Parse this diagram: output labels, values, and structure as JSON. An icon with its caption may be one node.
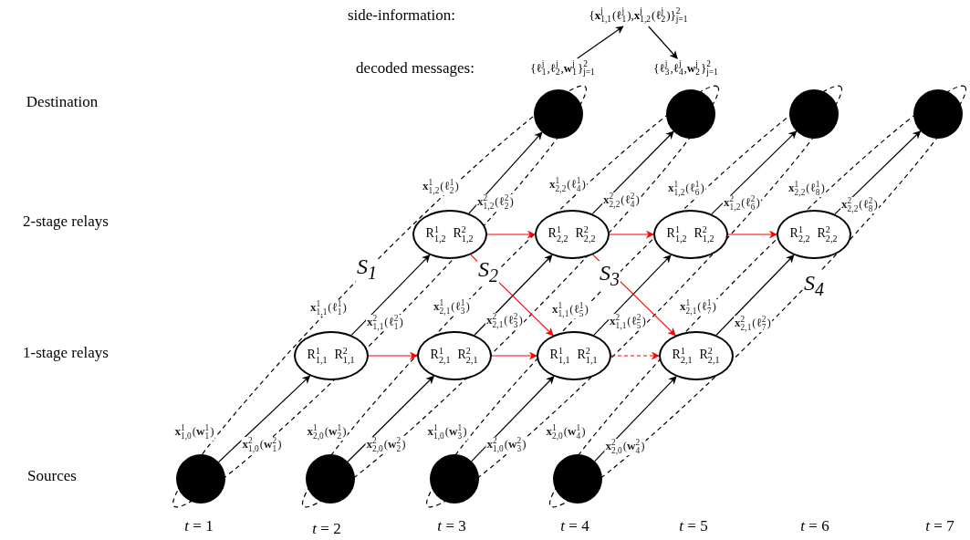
{
  "diagram": {
    "nodes": [
      {
        "text": [
          "{**x**$^{j}$$_{1,1}$(ℓ$^{j}$$_{1}$),**x**$^{j}$$_{1,2}$(ℓ$^{j}$$_{2}$)}$^{2}$$_{j=1}$"
        ]
      },
      {
        "text": [
          "{ℓ$^{j}$$_{1}$,ℓ$^{j}$$_{2}$,**w**$^{j}$$_{1}$}$^{2}$$_{j=1}$"
        ]
      },
      {
        "text": [
          "{ℓ$^{j}$$_{3}$,ℓ$^{j}$$_{4}$,**w**$^{j}$$_{2}$}$^{2}$$_{j=1}$"
        ]
      },
      {
        "text": [],
        "shape": "circle"
      },
      {
        "text": [],
        "shape": "circle"
      },
      {
        "text": [],
        "shape": "circle"
      },
      {
        "text": [],
        "shape": "circle"
      },
      {
        "text": [
          "R$^{1}$$_{1,2}$",
          "R$^{2}$$_{1,2}$"
        ]
      },
      {
        "text": [
          "R$^{1}$$_{2,2}$",
          "R$^{2}$$_{2,2}$"
        ]
      },
      {
        "text": [
          "R$^{1}$$_{1,2}$",
          "R$^{2}$$_{1,2}$"
        ]
      },
      {
        "text": [
          "R$^{1}$$_{2,2}$",
          "R$^{2}$$_{2,2}$"
        ]
      },
      {
        "text": [
          "R$^{1}$$_{1,1}$",
          "R$^{2}$$_{1,1}$"
        ]
      },
      {
        "text": [
          "R$^{1}$$_{2,1}$",
          "R$^{2}$$_{2,1}$"
        ]
      },
      {
        "text": [
          "R$^{1}$$_{1,1}$",
          "R$^{2}$$_{1,1}$"
        ]
      },
      {
        "text": [
          "R$^{1}$$_{2,1}$",
          "R$^{2}$$_{2,1}$"
        ]
      },
      {
        "text": [],
        "shape": "circle"
      },
      {
        "text": [],
        "shape": "circle"
      },
      {
        "text": [],
        "shape": "circle"
      },
      {
        "text": [],
        "shape": "circle"
      }
    ],
    "edges": [
      {
        "from": 1,
        "to": 0,
        "arrow": "to"
      },
      {
        "from": 0,
        "to": 2,
        "arrow": "to"
      },
      {
        "from": 15,
        "to": 11,
        "arrow": "to"
      },
      {
        "from": 11,
        "to": 7,
        "arrow": "to"
      },
      {
        "from": 7,
        "to": 3,
        "arrow": "to"
      },
      {
        "from": 16,
        "to": 12,
        "arrow": "to"
      },
      {
        "from": 12,
        "to": 8,
        "arrow": "to"
      },
      {
        "from": 8,
        "to": 4,
        "arrow": "to"
      },
      {
        "from": 17,
        "to": 13,
        "arrow": "to"
      },
      {
        "from": 13,
        "to": 9,
        "arrow": "to"
      },
      {
        "from": 9,
        "to": 5,
        "arrow": "to"
      },
      {
        "from": 18,
        "to": 14,
        "arrow": "to"
      },
      {
        "from": 14,
        "to": 10,
        "arrow": "to"
      },
      {
        "from": 10,
        "to": 6,
        "arrow": "to"
      },
      {
        "from": 7,
        "to": 8,
        "arrow": "to",
        "color": "#ff0000"
      },
      {
        "from": 8,
        "to": 9,
        "arrow": "to",
        "color": "#ff0000"
      },
      {
        "from": 9,
        "to": 10,
        "arrow": "to",
        "color": "#ff0000"
      },
      {
        "from": 11,
        "to": 12,
        "arrow": "to",
        "color": "#ff0000"
      },
      {
        "from": 12,
        "to": 13,
        "arrow": "to",
        "color": "#ff0000"
      },
      {
        "from": 13,
        "to": 14,
        "arrow": "to",
        "style": "dashed",
        "color": "#ff0000"
      },
      {
        "from": 7,
        "to": 13,
        "arrow": "to",
        "color": "#ff0000"
      },
      {
        "from": 8,
        "to": 14,
        "arrow": "to",
        "color": "#ff0000"
      }
    ],
    "labels": [
      "side-information:",
      "decoded messages:",
      "Destination",
      "2-stage relays",
      "**x**$^{1}$$_{1,2}$(ℓ$^{1}$$_{2}$)",
      "**x**$^{2}$$_{1,2}$(ℓ$^{2}$$_{2}$)",
      "**x**$^{1}$$_{2,2}$(ℓ$^{1}$$_{4}$)",
      "**x**$^{2}$$_{2,2}$(ℓ$^{2}$$_{4}$)",
      "**x**$^{1}$$_{1,2}$(ℓ$^{1}$$_{6}$)",
      "**x**$^{2}$$_{1,2}$(ℓ$^{2}$$_{6}$)",
      "**x**$^{1}$$_{2,2}$(ℓ$^{1}$$_{8}$)",
      "**x**$^{2}$$_{2,2}$(ℓ$^{2}$$_{8}$)",
      "S$_{1}$",
      "S$_{2}$",
      "S$_{3}$",
      "S$_{4}$",
      "**x**$^{1}$$_{1,1}$(ℓ$^{1}$$_{1}$)",
      "**x**$^{2}$$_{1,1}$(ℓ$^{2}$$_{1}$)",
      "**x**$^{1}$$_{2,1}$(ℓ$^{1}$$_{3}$)",
      "**x**$^{2}$$_{2,1}$(ℓ$^{2}$$_{3}$)",
      "**x**$^{1}$$_{1,1}$(ℓ$^{1}$$_{5}$)",
      "**x**$^{2}$$_{1,1}$(ℓ$^{2}$$_{5}$)",
      "**x**$^{1}$$_{2,1}$(ℓ$^{1}$$_{7}$)",
      "**x**$^{2}$$_{2,1}$(ℓ$^{2}$$_{7}$)",
      "1-stage relays",
      "**x**$^{1}$$_{1,0}$(**w**$^{1}$$_{1}$)",
      "**x**$^{2}$$_{1,0}$(**w**$^{2}$$_{1}$)",
      "**x**$^{1}$$_{2,0}$(**w**$^{1}$$_{2}$)",
      "**x**$^{2}$$_{2,0}$(**w**$^{2}$$_{2}$)",
      "**x**$^{1}$$_{1,0}$(**w**$^{1}$$_{3}$)",
      "**x**$^{2}$$_{1,0}$(**w**$^{2}$$_{3}$)",
      "**x**$^{1}$$_{2,0}$(**w**$^{1}$$_{4}$)",
      "**x**$^{2}$$_{2,0}$(**w**$^{2}$$_{4}$)",
      "Sources",
      "*t* = 1",
      "*t* = 2",
      "*t* = 3",
      "*t* = 4",
      "*t* = 5",
      "*t* = 6",
      "*t* = 7"
    ]
  }
}
